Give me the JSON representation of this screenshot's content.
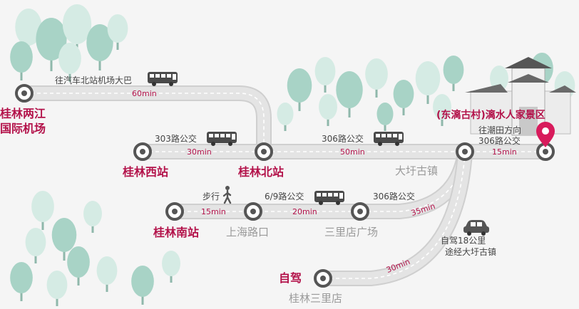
{
  "colors": {
    "accent": "#b3124a",
    "road": "#e2e2e2",
    "road_edge": "#cfcfcf",
    "tree": "#a8d3c6",
    "tree_light": "#d5ebe4",
    "background": "#f5f5f5",
    "node_ring": "#555555"
  },
  "stations": {
    "airport_line1": "桂林两江",
    "airport_line2": "国际机场",
    "west": "桂林西站",
    "north": "桂林北站",
    "daxu": "大圩古镇",
    "south": "桂林南站",
    "shanghai_road": "上海路口",
    "sanli_plaza": "三里店广场",
    "self_drive": "自驾",
    "sanli": "桂林三里店"
  },
  "destination": {
    "name": "(东漓古村)漓水人家景区",
    "icon": "map-pin-icon"
  },
  "routes": {
    "airport_bus": {
      "label": "往汽车北站机场大巴",
      "time": "60min",
      "icon": "bus-icon"
    },
    "bus_303": {
      "label": "303路公交",
      "time": "30min",
      "icon": "bus-icon"
    },
    "bus_306_a": {
      "label": "306路公交",
      "time": "50min",
      "icon": "bus-icon"
    },
    "bus_306_b": {
      "label_line1": "往潮田方向",
      "label_line2": "306路公交",
      "time": "15min"
    },
    "walk": {
      "label": "步行",
      "time": "15min",
      "icon": "walking-person-icon"
    },
    "bus_69": {
      "label": "6/9路公交",
      "time": "20min",
      "icon": "bus-icon"
    },
    "bus_306_c": {
      "label": "306路公交",
      "time": "35min"
    },
    "drive": {
      "label_line1": "自驾18公里",
      "label_line2": "途经大圩古镇",
      "time": "30min",
      "icon": "car-icon"
    }
  }
}
